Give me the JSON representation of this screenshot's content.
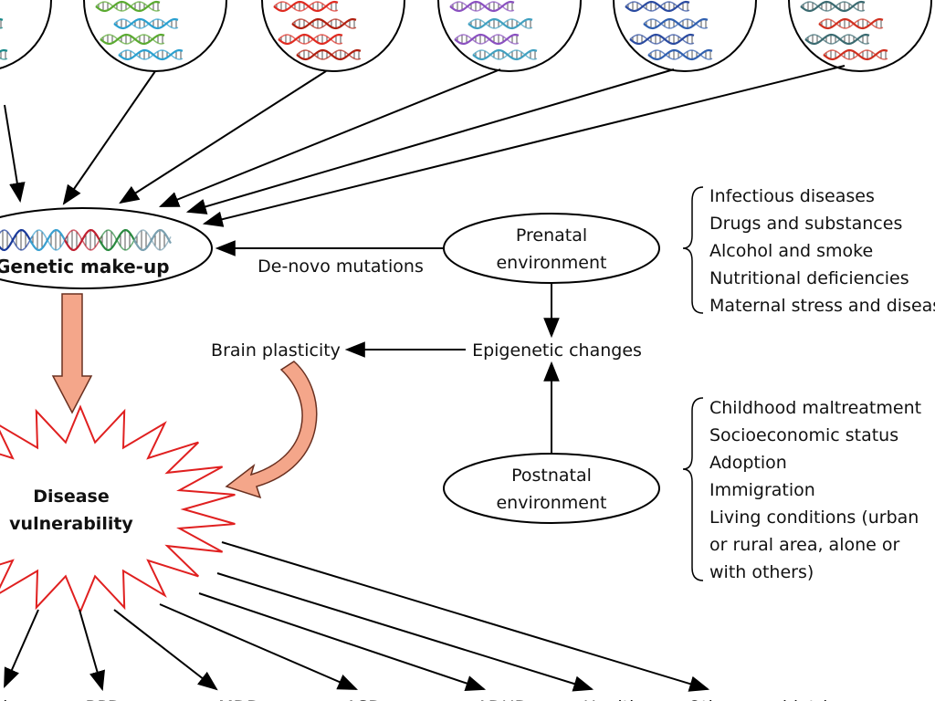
{
  "colors": {
    "arrow_fill": "#f4a68a",
    "arrow_stroke": "#7a3a2a",
    "burst": "#e02020",
    "line": "#000000"
  },
  "dna_circles": [
    {
      "colors": [
        "#1a8a8a"
      ]
    },
    {
      "colors": [
        "#5aaa30",
        "#2aa0d0"
      ]
    },
    {
      "colors": [
        "#e02a20",
        "#b02010"
      ]
    },
    {
      "colors": [
        "#8a50c0",
        "#40a0c0"
      ]
    },
    {
      "colors": [
        "#2a4aa0",
        "#3060b0"
      ]
    },
    {
      "colors": [
        "#3a6a70",
        "#d03020"
      ]
    }
  ],
  "genetic": {
    "label": "Genetic make-up"
  },
  "de_novo": "De-novo mutations",
  "prenatal": {
    "line1": "Prenatal",
    "line2": "environment"
  },
  "postnatal": {
    "line1": "Postnatal",
    "line2": "environment"
  },
  "epigenetic": "Epigenetic changes",
  "brain_plasticity": "Brain plasticity",
  "disease": {
    "line1": "Disease",
    "line2": "vulnerability"
  },
  "prenatal_factors": [
    "Infectious diseases",
    "Drugs and substances",
    "Alcohol and smoke",
    "Nutritional deficiencies",
    "Maternal stress and disease"
  ],
  "postnatal_factors": [
    "Childhood maltreatment",
    "Socioeconomic status",
    "Adoption",
    "Immigration",
    "Living conditions (urban",
    "or rural area, alone or",
    "with others)"
  ],
  "outcomes": [
    "Schizophrenia",
    "BPD",
    "MDD",
    "ASD",
    "ADHD",
    "Health",
    "Other psychiatric"
  ]
}
